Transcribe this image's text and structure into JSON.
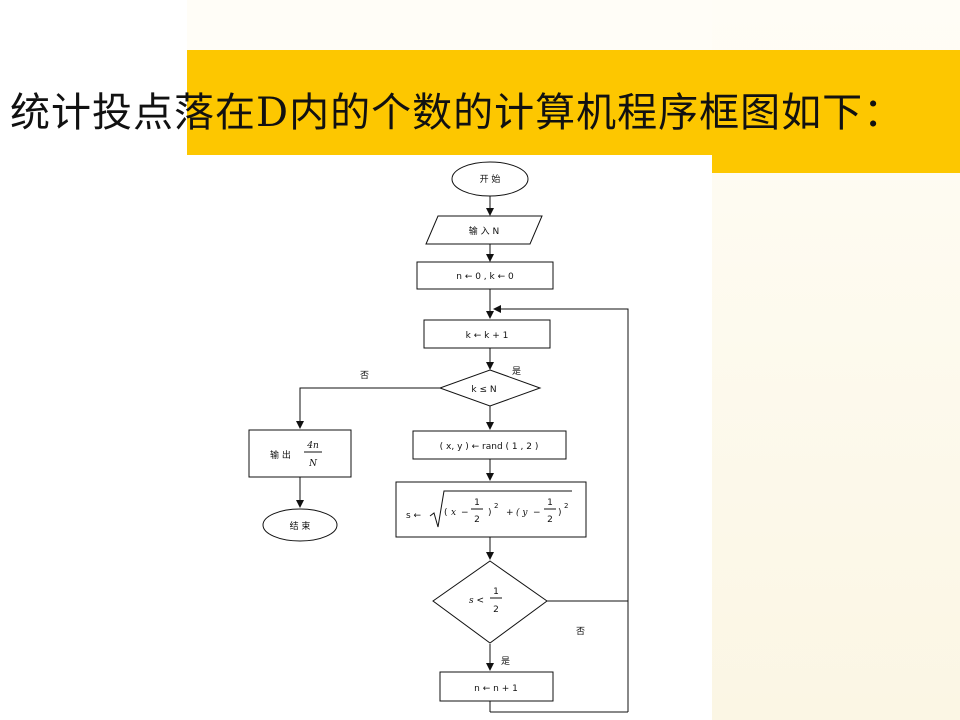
{
  "title": "统计投点落在D内的个数的计算机程序框图如下：",
  "flowchart": {
    "start": "开 始",
    "input": "输 入  N",
    "init": "n ← 0 , k ← 0",
    "increment_k": "k ← k + 1",
    "cond_k_label": "k ≤ N",
    "yes_1": "是",
    "no_1": "否",
    "rand": "( x, y )  ← rand ( 1 , 2 )",
    "s_label": "s ←",
    "s_expr_open": "(",
    "s_expr_x": "x",
    "s_expr_minus1": "−",
    "s_expr_close1": ")",
    "s_expr_plus": "+",
    "s_expr_y": "( y",
    "s_expr_minus2": "−",
    "s_expr_close2": ")",
    "exp": "2",
    "frac_num": "1",
    "frac_den": "2",
    "cond_s_label": "s <",
    "cond_s_num": "1",
    "cond_s_den": "2",
    "yes_2": "是",
    "no_2": "否",
    "increment_n": "n ← n + 1",
    "output_label": "输 出",
    "output_num": "4n",
    "output_den": "N",
    "end": "结 束"
  }
}
